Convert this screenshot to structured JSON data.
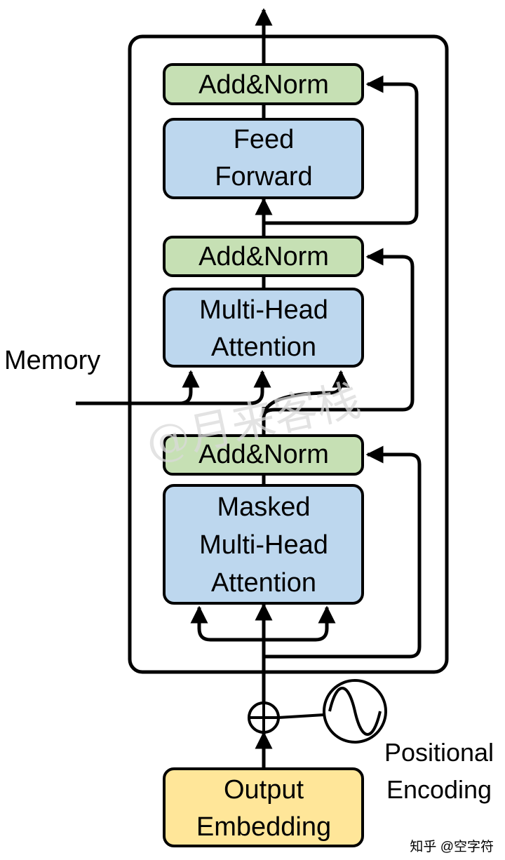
{
  "blocks": {
    "add_norm_top": "Add&Norm",
    "feed_forward": [
      "Feed",
      "Forward"
    ],
    "add_norm_mid": "Add&Norm",
    "multi_head_attention": [
      "Multi-Head",
      "Attention"
    ],
    "add_norm_bottom": "Add&Norm",
    "masked_attention": [
      "Masked",
      "Multi-Head",
      "Attention"
    ],
    "output_embedding": [
      "Output",
      "Embedding"
    ]
  },
  "labels": {
    "memory": "Memory",
    "positional_encoding": [
      "Positional",
      "Encoding"
    ]
  },
  "watermark": {
    "center": "@月来客栈",
    "corner": "知乎 @空字符"
  },
  "colors": {
    "add_norm_fill": "#c6e0b4",
    "attention_fill": "#bdd7ee",
    "embedding_fill": "#ffe699",
    "stroke": "#000000"
  }
}
